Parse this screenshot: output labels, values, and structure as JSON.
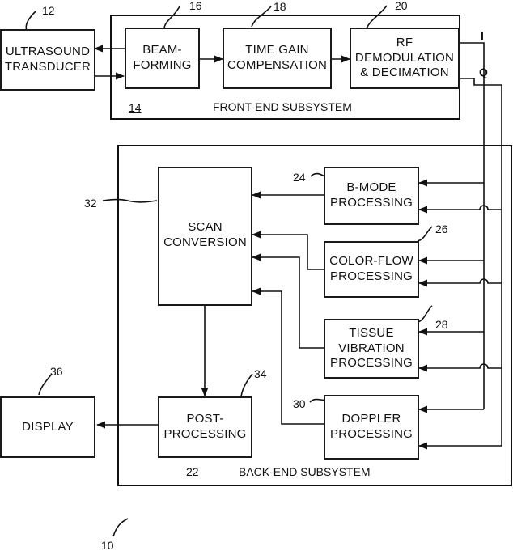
{
  "front_end": {
    "title": "FRONT-END SUBSYSTEM",
    "ref": "14"
  },
  "back_end": {
    "title": "BACK-END SUBSYSTEM",
    "ref": "22"
  },
  "blocks": {
    "transducer": {
      "label": "ULTRASOUND\nTRANSDUCER",
      "ref": "12"
    },
    "beamforming": {
      "label": "BEAM-\nFORMING",
      "ref": "16"
    },
    "tgc": {
      "label": "TIME GAIN\nCOMPENSATION",
      "ref": "18"
    },
    "rf": {
      "label": "RF\nDEMODULATION\n& DECIMATION",
      "ref": "20"
    },
    "bmode": {
      "label": "B-MODE\nPROCESSING",
      "ref": "24"
    },
    "colorflow": {
      "label": "COLOR-FLOW\nPROCESSING",
      "ref": "26"
    },
    "tissue": {
      "label": "TISSUE\nVIBRATION\nPROCESSING",
      "ref": "28"
    },
    "doppler": {
      "label": "DOPPLER\nPROCESSING",
      "ref": "30"
    },
    "scan": {
      "label": "SCAN\nCONVERSION",
      "ref": "32"
    },
    "post": {
      "label": "POST-\nPROCESSING",
      "ref": "34"
    },
    "display": {
      "label": "DISPLAY",
      "ref": "36"
    }
  },
  "signals": {
    "i": "I",
    "q": "Q"
  },
  "figure_ref": "10"
}
